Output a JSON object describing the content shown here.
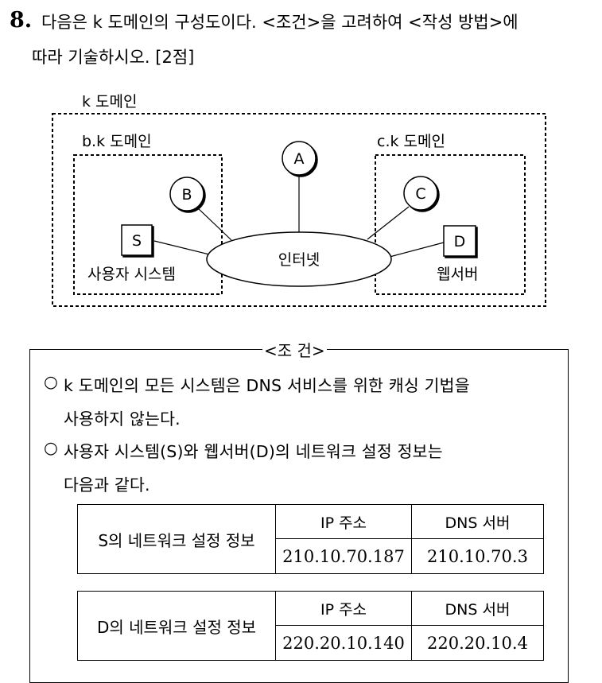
{
  "question": {
    "number": "8.",
    "line1": "다음은 k 도메인의 구성도이다. <조건>을 고려하여 <작성 방법>에",
    "line2": "따라 기술하시오. [2점]"
  },
  "diagram": {
    "outer_domain": "k 도메인",
    "left_domain": "b.k 도메인",
    "right_domain": "c.k 도메인",
    "node_a": "A",
    "node_b": "B",
    "node_c": "C",
    "node_s": "S",
    "node_d": "D",
    "user_system": "사용자 시스템",
    "web_server": "웹서버",
    "internet": "인터넷"
  },
  "conditions": {
    "title": "<조 건>",
    "bullet": "○",
    "item1_line1": "k 도메인의 모든 시스템은 DNS 서비스를 위한 캐싱 기법을",
    "item1_line2": "사용하지 않는다.",
    "item2_line1": "사용자 시스템(S)와 웹서버(D)의 네트워크 설정 정보는",
    "item2_line2": "다음과 같다.",
    "table_s": {
      "label": "S의 네트워크 설정 정보",
      "col1": "IP 주소",
      "col2": "DNS 서버",
      "ip": "210.10.70.187",
      "dns": "210.10.70.3"
    },
    "table_d": {
      "label": "D의 네트워크 설정 정보",
      "col1": "IP 주소",
      "col2": "DNS 서버",
      "ip": "220.20.10.140",
      "dns": "220.20.10.4"
    }
  }
}
